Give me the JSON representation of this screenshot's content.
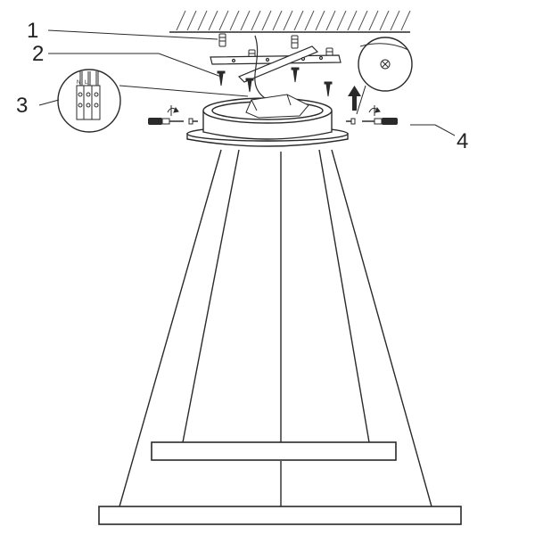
{
  "diagram": {
    "callouts": [
      {
        "label": "1",
        "part": "expansion-anchors"
      },
      {
        "label": "2",
        "part": "mounting-bracket"
      },
      {
        "label": "3",
        "part": "terminal-block"
      },
      {
        "label": "4",
        "part": "set-screw"
      }
    ],
    "terminal_marks": {
      "neutral": "N",
      "live": "L"
    },
    "colors": {
      "line": "#2a2a2a",
      "ring_fill": "#ffffff",
      "ceiling_hatch": "#555555"
    },
    "icons": [
      "anchor-icon",
      "screw-icon",
      "screwdriver-icon",
      "arrow-up-icon",
      "rotate-icon"
    ]
  }
}
